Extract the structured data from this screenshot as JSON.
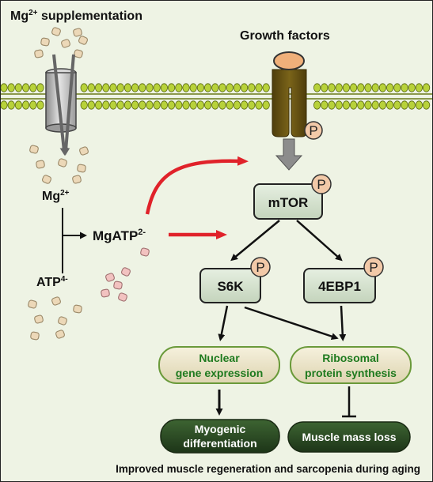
{
  "labels": {
    "mg_supplementation": "Mg",
    "mg_supplementation_sup": "2+",
    "mg_supplementation_rest": " supplementation",
    "growth_factors": "Growth factors",
    "mg": "Mg",
    "mg_sup": "2+",
    "atp": "ATP",
    "atp_sup": "4-",
    "mgatp": "MgATP",
    "mgatp_sup": "2-",
    "phospho": "P",
    "footer": "Improved muscle regeneration and sarcopenia during aging"
  },
  "nodes": {
    "mtor": "mTOR",
    "s6k": "S6K",
    "ebp1": "4EBP1",
    "nuclear_1": "Nuclear",
    "nuclear_2": "gene expression",
    "ribo_1": "Ribosomal",
    "ribo_2": "protein synthesis",
    "myo_1": "Myogenic",
    "myo_2": "differentiation",
    "loss": "Muscle mass loss"
  },
  "colors": {
    "background": "#eef3e4",
    "membrane_head": "#b8d23a",
    "receptor": "#6b5515",
    "ligand": "#f0b07a",
    "phospho": "#f2c9a8",
    "protein_box": "#d6e3d0",
    "outcome_box": "#ece6cc",
    "outcome_text": "#1e7a1e",
    "final_box": "#2a4a22",
    "red_arrow": "#e0222a",
    "mg_dot": "#ecd8b8",
    "mgatp_dot": "#f2c2c0"
  }
}
